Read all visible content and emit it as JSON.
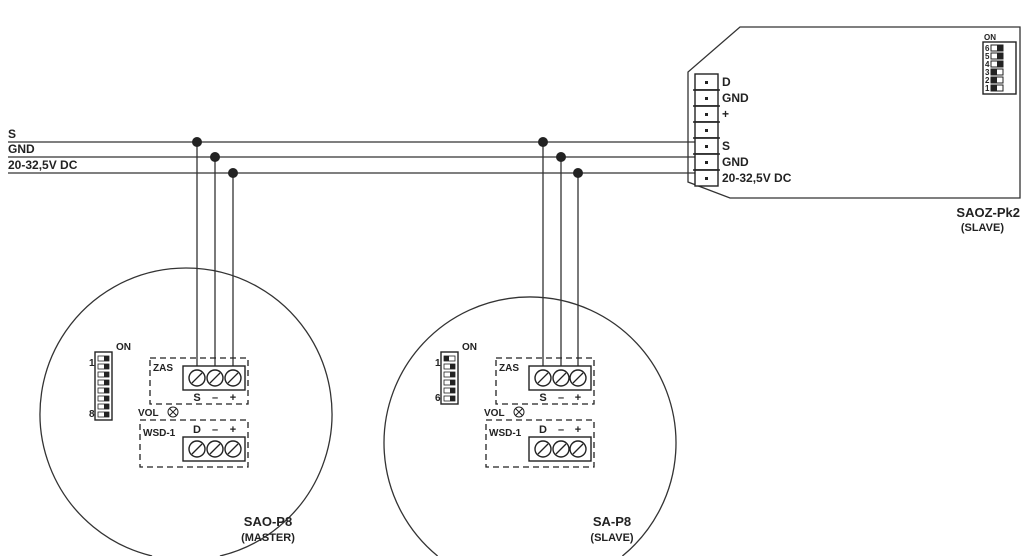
{
  "bus": {
    "s": "S",
    "gnd": "GND",
    "dc": "20-32,5V DC"
  },
  "master": {
    "name": "SAO-P8",
    "role": "(MASTER)",
    "dip": {
      "on": "ON",
      "first": "1",
      "last": "8",
      "states": [
        1,
        1,
        1,
        1,
        1,
        1,
        1,
        1
      ]
    },
    "zas": {
      "label": "ZAS",
      "t1": "S",
      "t2": "–",
      "t3": "+"
    },
    "vol": "VOL",
    "wsd": {
      "label": "WSD-1",
      "t1": "D",
      "t2": "–",
      "t3": "+"
    }
  },
  "slave": {
    "name": "SA-P8",
    "role": "(SLAVE)",
    "dip": {
      "on": "ON",
      "first": "1",
      "last": "6",
      "states": [
        0,
        1,
        1,
        1,
        1,
        1
      ]
    },
    "zas": {
      "label": "ZAS",
      "t1": "S",
      "t2": "–",
      "t3": "+"
    },
    "vol": "VOL",
    "wsd": {
      "label": "WSD-1",
      "t1": "D",
      "t2": "–",
      "t3": "+"
    }
  },
  "panel": {
    "name": "SAOZ-Pk2",
    "role": "(SLAVE)",
    "terminals": [
      "D",
      "GND",
      "+",
      "",
      "S",
      "GND",
      "20-32,5V DC"
    ],
    "dip": {
      "on": "ON",
      "labels": [
        "6",
        "5",
        "4",
        "3",
        "2",
        "1"
      ],
      "states": [
        1,
        1,
        1,
        0,
        0,
        0
      ]
    }
  }
}
